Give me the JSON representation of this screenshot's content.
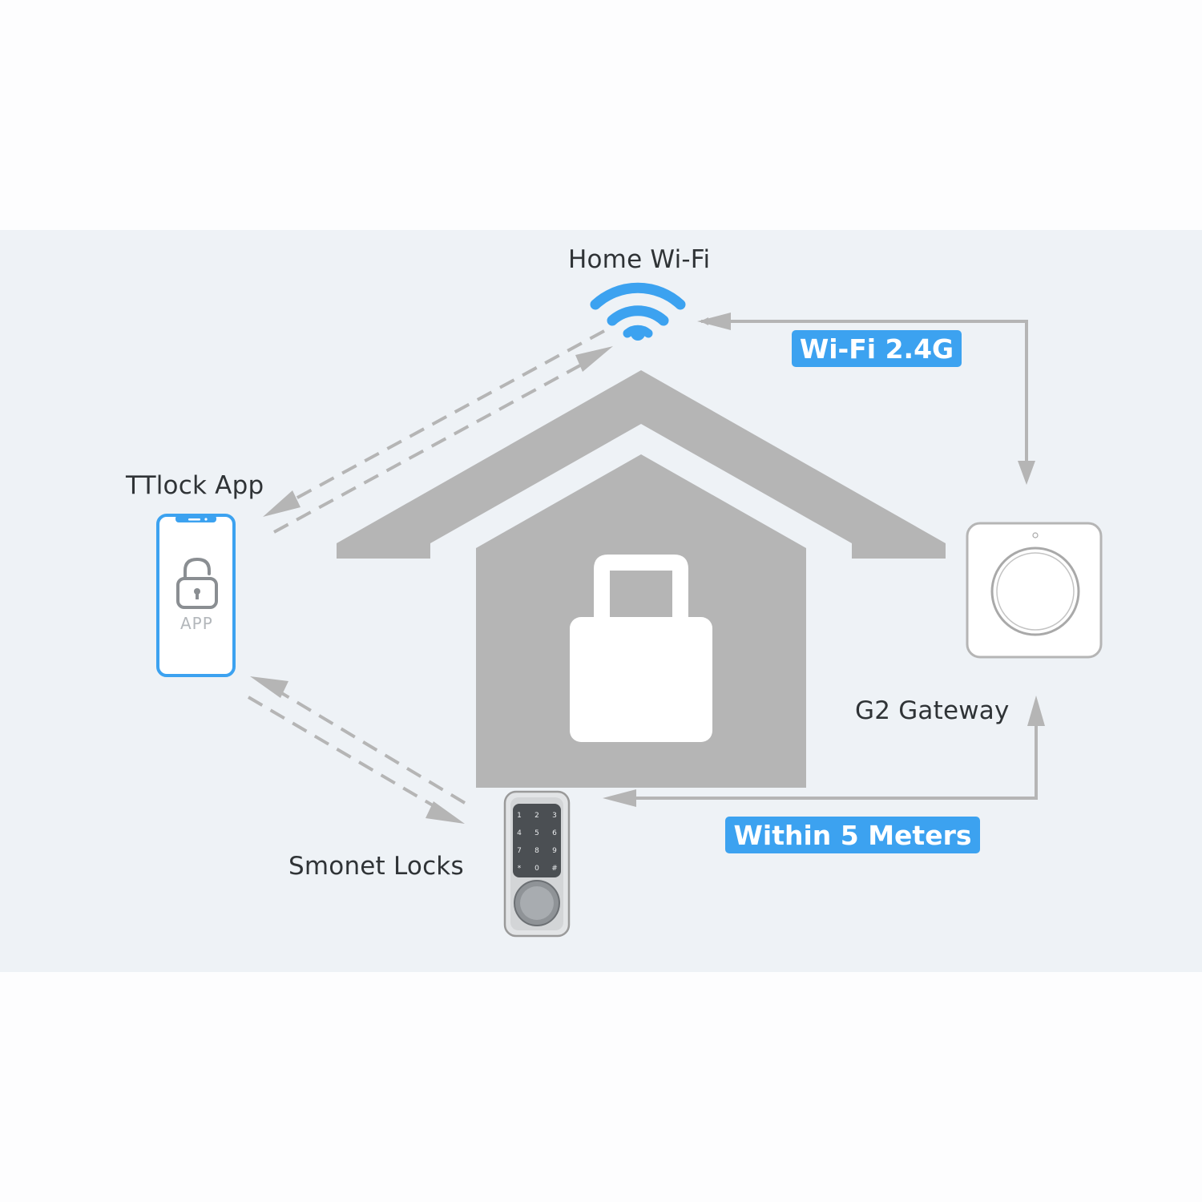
{
  "nodes": {
    "wifi": {
      "label": "Home Wi-Fi"
    },
    "app": {
      "label": "TTlock App",
      "screen_text": "APP"
    },
    "gateway": {
      "label": "G2 Gateway"
    },
    "lock": {
      "label": "Smonet Locks",
      "keypad_keys": [
        "1",
        "2",
        "3",
        "4",
        "5",
        "6",
        "7",
        "8",
        "9",
        "*",
        "0",
        "#"
      ]
    }
  },
  "links": {
    "wifi_band": "Wi-Fi 2.4G",
    "proximity": "Within 5 Meters"
  },
  "colors": {
    "accent": "#3ca2f0",
    "gray": "#b5b5b5",
    "band_bg": "#eef2f6",
    "text": "#2f3336"
  },
  "icons": [
    "wifi-icon",
    "phone-icon",
    "unlock-icon",
    "house-icon",
    "padlock-icon",
    "gateway-icon",
    "smart-lock-icon"
  ]
}
